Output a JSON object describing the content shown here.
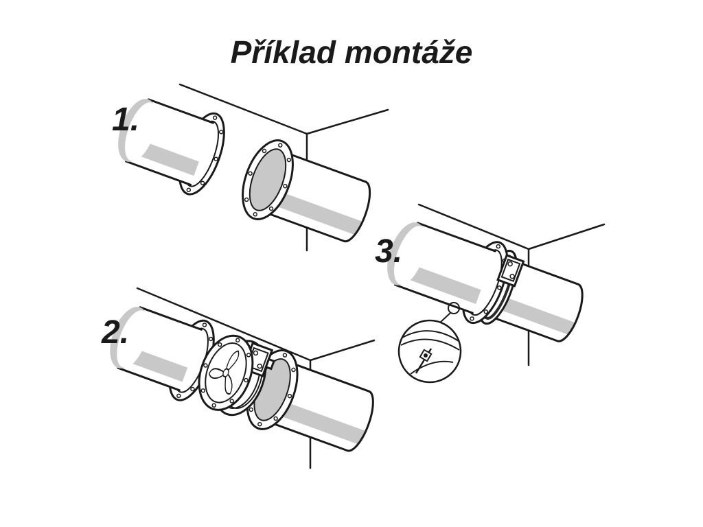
{
  "title": "Příklad montáže",
  "steps": [
    {
      "label": "1."
    },
    {
      "label": "2."
    },
    {
      "label": "3."
    }
  ],
  "colors": {
    "line": "#1a1a1a",
    "shade": "#c8c8c8",
    "background": "#ffffff"
  }
}
